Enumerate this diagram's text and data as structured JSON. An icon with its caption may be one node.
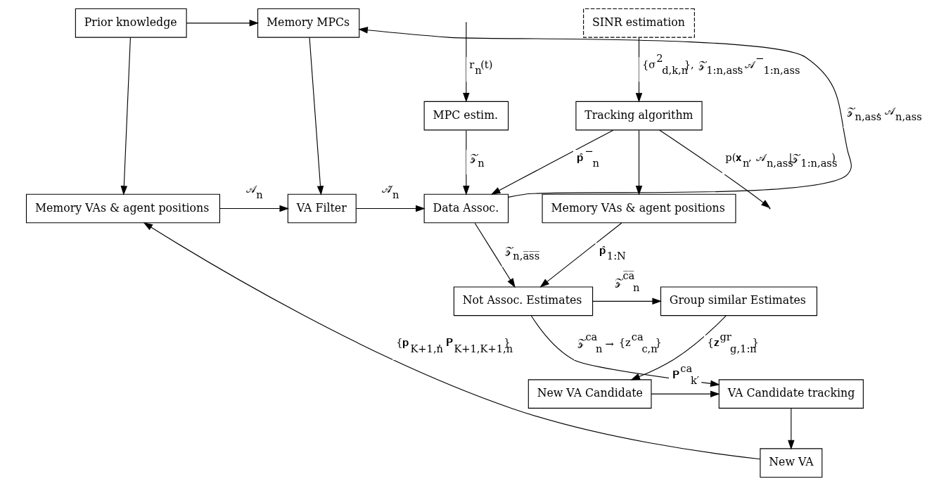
{
  "diagram": {
    "nodes": [
      {
        "text": [
          "Prior knowledge"
        ]
      },
      {
        "text": [
          "Memory MPCs"
        ]
      },
      {
        "text": [
          "SINR estimation"
        ]
      },
      {
        "text": [
          "MPC estim."
        ]
      },
      {
        "text": [
          "Tracking algorithm"
        ]
      },
      {
        "text": [
          "Memory VAs & agent positions"
        ]
      },
      {
        "text": [
          "VA Filter"
        ]
      },
      {
        "text": [
          "Data Assoc."
        ]
      },
      {
        "text": [
          "Memory VAs & agent positions"
        ]
      },
      {
        "text": [
          "Not Assoc. Estimates"
        ]
      },
      {
        "text": [
          "Group similar Estimates"
        ]
      },
      {
        "text": [
          "New VA Candidate"
        ]
      },
      {
        "text": [
          "VA Candidate tracking"
        ]
      },
      {
        "text": [
          "New VA"
        ]
      }
    ],
    "edges": [
      {
        "from": 0,
        "to": 1,
        "arrow": "to"
      },
      {
        "from": 0,
        "to": 5,
        "arrow": "to"
      },
      {
        "from": null,
        "to": 3,
        "arrow": "to",
        "label": "r$_{n}$(t)"
      },
      {
        "from": 3,
        "to": 7,
        "arrow": "to",
        "label": "𝒵$_{n}$"
      },
      {
        "from": 1,
        "to": 6,
        "arrow": "to"
      },
      {
        "from": 2,
        "to": 4,
        "arrow": "to",
        "label": "{σ$^{2}$$_{d,k,n}$}, 𝒵$_{1:n,ass}$, 𝒜$^{−}$$_{1:n,ass}$"
      },
      {
        "from": 7,
        "to": 1,
        "arrow": "to",
        "label": "𝒵$_{n,ass}$, 𝒜$_{n,ass}$"
      },
      {
        "from": 4,
        "to": 7,
        "arrow": "to",
        "label": "𝐩̂$^{−}$$_{n}$"
      },
      {
        "from": 5,
        "to": 6,
        "arrow": "to",
        "label": "𝒜$_{n}$"
      },
      {
        "from": 6,
        "to": 7,
        "arrow": "to",
        "label": "𝒜̃$_{n}$"
      },
      {
        "from": 4,
        "to": null,
        "arrow": "to",
        "label": "p(𝐱$_{n}$, 𝒜$_{n,ass}$|𝒵$_{1:n,ass}$)"
      },
      {
        "from": 4,
        "to": 8,
        "arrow": "to"
      },
      {
        "from": 7,
        "to": 9,
        "arrow": "to",
        "label": "𝒵$_{n,a̅s̅s̅}$"
      },
      {
        "from": 8,
        "to": 9,
        "arrow": "to",
        "label": "𝐩̂$_{1:N}$"
      },
      {
        "from": 9,
        "to": 10,
        "arrow": "to",
        "label": "𝒵$^{c̅a̅}$$_{n}$"
      },
      {
        "from": 9,
        "to": 12,
        "arrow": "to",
        "label": "𝒵$^{ca}$$_{n}$ → {z$^{ca}$$_{c,n}$}"
      },
      {
        "from": 10,
        "to": 11,
        "arrow": "to",
        "label": "{𝐳$^{gr}$$_{g,1:n}$}"
      },
      {
        "from": 11,
        "to": 12,
        "arrow": "to",
        "label": "𝐏$^{ca}$$_{k′}$"
      },
      {
        "from": 12,
        "to": 13,
        "arrow": "to"
      },
      {
        "from": 13,
        "to": 5,
        "arrow": "to",
        "label": "{𝐩$_{K+1,n}$, 𝐏$_{K+1,K+1,n}$}"
      }
    ]
  }
}
